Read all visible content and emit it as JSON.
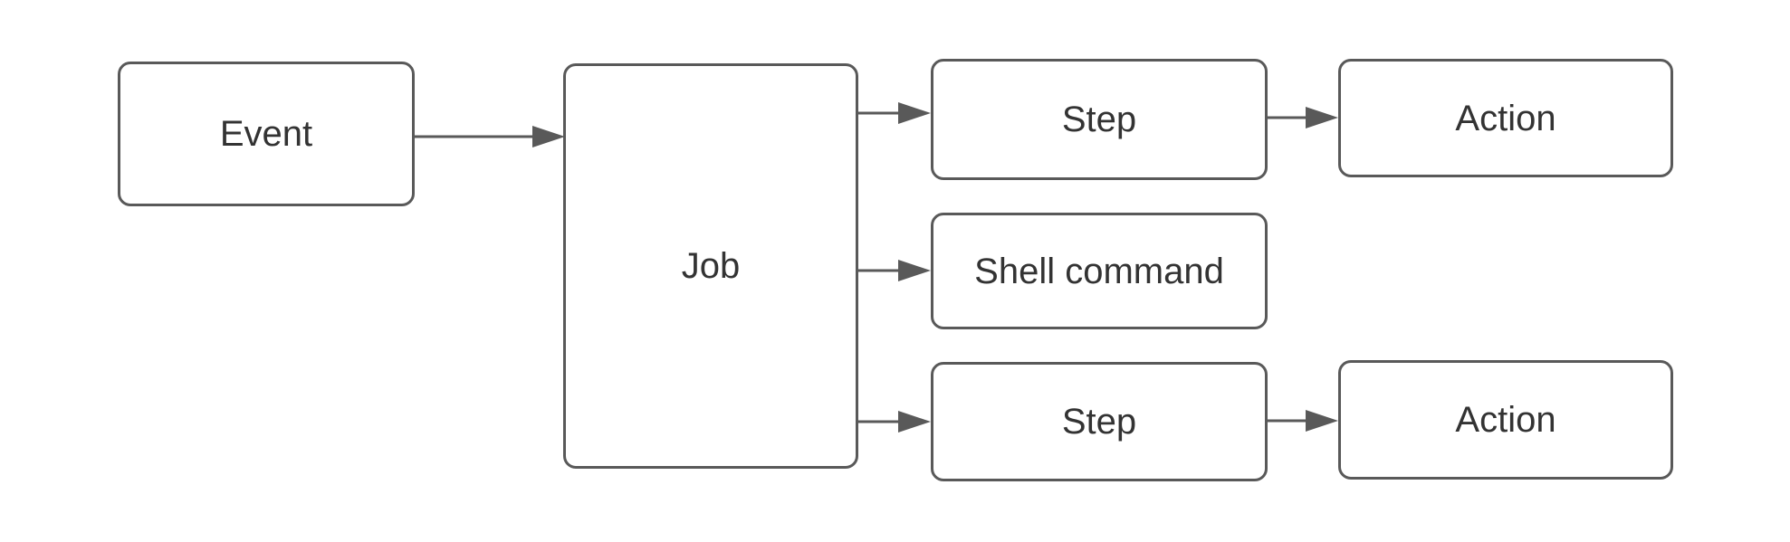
{
  "diagram": {
    "background": "#ffffff",
    "stroke_color": "#595959",
    "text_color": "#333333",
    "node_fill": "#ffffff",
    "nodes": [
      {
        "id": "event",
        "label": "Event"
      },
      {
        "id": "job",
        "label": "Job"
      },
      {
        "id": "step1",
        "label": "Step"
      },
      {
        "id": "action1",
        "label": "Action"
      },
      {
        "id": "shell",
        "label": "Shell command"
      },
      {
        "id": "step2",
        "label": "Step"
      },
      {
        "id": "action2",
        "label": "Action"
      }
    ],
    "edges": [
      {
        "from": "event",
        "to": "job"
      },
      {
        "from": "job",
        "to": "step1"
      },
      {
        "from": "job",
        "to": "shell"
      },
      {
        "from": "job",
        "to": "step2"
      },
      {
        "from": "step1",
        "to": "action1"
      },
      {
        "from": "step2",
        "to": "action2"
      }
    ]
  }
}
